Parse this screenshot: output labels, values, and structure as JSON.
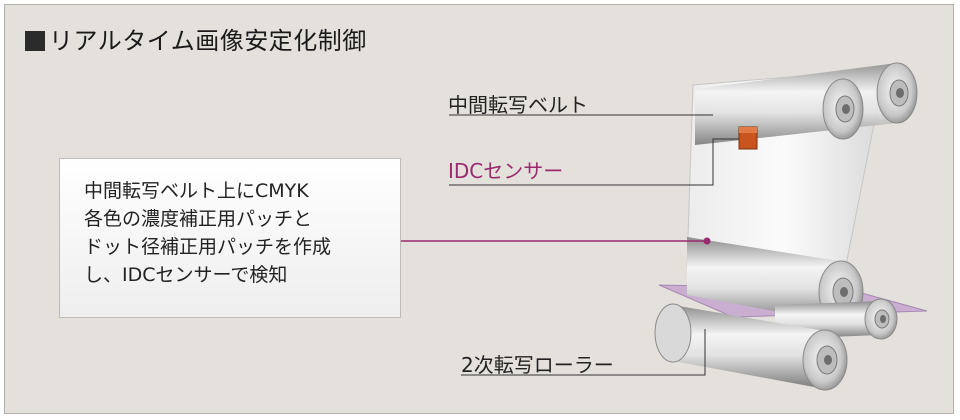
{
  "title": "リアルタイム画像安定化制御",
  "labels": {
    "belt": "中間転写ベルト",
    "sensor": "IDCセンサー",
    "roller": "2次転写ローラー"
  },
  "callout": {
    "lines": [
      "中間転写ベルト上にCMYK",
      "各色の濃度補正用パッチと",
      "ドット径補正用パッチを作成",
      "し、IDCセンサーで検知"
    ]
  },
  "colors": {
    "background": "#e4e1dc",
    "accent": "#9a2a6e",
    "sensor": "#c8541e",
    "paper": "#c9aed2"
  }
}
